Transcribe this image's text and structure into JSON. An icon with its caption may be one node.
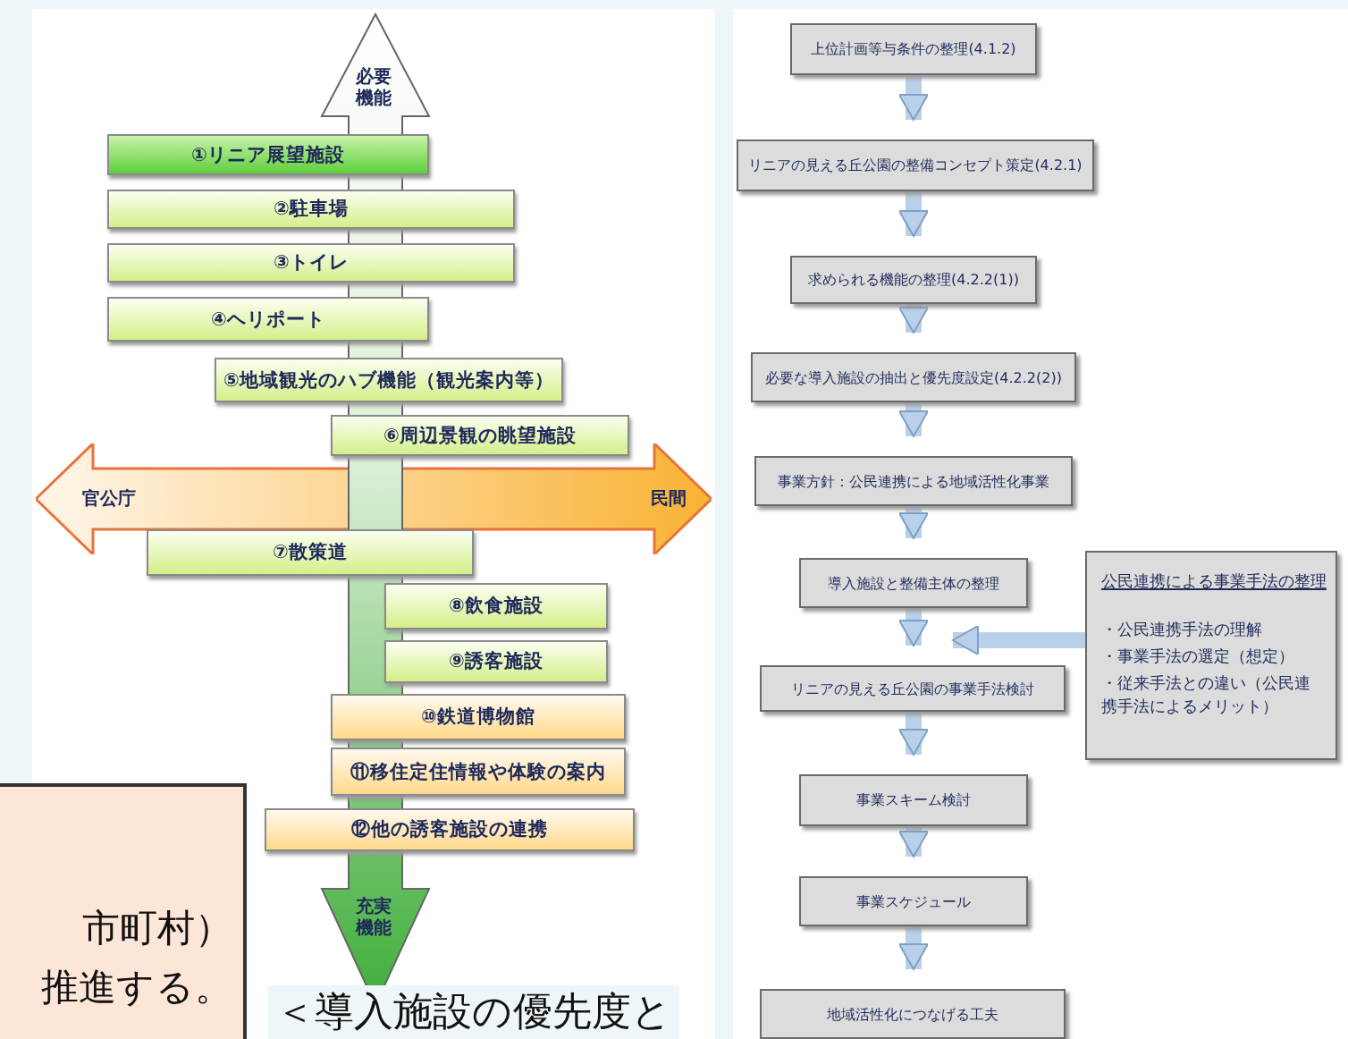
{
  "diagram": {
    "nodes": [
      {
        "text": [
          "必要機能",
          "充実機能"
        ]
      },
      {
        "text": [
          "①リニア展望施設"
        ]
      },
      {
        "text": [
          "②駐車場"
        ]
      },
      {
        "text": [
          "③トイレ"
        ]
      },
      {
        "text": [
          "④ヘリポート"
        ]
      },
      {
        "text": [
          "⑤地域観光のハブ機能（観光案内等）"
        ]
      },
      {
        "text": [
          "⑥周辺景観の眺望施設"
        ]
      },
      {
        "text": [
          "官公庁",
          "民間"
        ]
      },
      {
        "text": [
          "⑦散策道"
        ]
      },
      {
        "text": [
          "⑧飲食施設"
        ]
      },
      {
        "text": [
          "⑨誘客施設"
        ]
      },
      {
        "text": [
          "⑩鉄道博物館"
        ]
      },
      {
        "text": [
          "⑪移住定住情報や体験の案内"
        ]
      },
      {
        "text": [
          "⑫他の誘客施設の連携"
        ]
      },
      {
        "text": [
          "市町村）",
          "推進する。"
        ]
      },
      {
        "text": [
          "上位計画等与条件の整理(4.1.2)"
        ]
      },
      {
        "text": [
          "リニアの見える丘公園の整備コンセプト策定(4.2.1)"
        ]
      },
      {
        "text": [
          "求められる機能の整理(4.2.2(1))"
        ]
      },
      {
        "text": [
          "必要な導入施設の抽出と優先度設定(4.2.2(2))"
        ]
      },
      {
        "text": [
          "事業方針：公民連携による地域活性化事業"
        ]
      },
      {
        "text": [
          "導入施設と整備主体の整理"
        ]
      },
      {
        "text": [
          "リニアの見える丘公園の事業手法検討"
        ]
      },
      {
        "text": [
          "事業スキーム検討"
        ]
      },
      {
        "text": [
          "事業スケジュール"
        ]
      },
      {
        "text": [
          "地域活性化につなげる工夫"
        ]
      },
      {
        "text": [
          "公民連携による事業手法の整理",
          "・公民連携手法の理解",
          "・事業手法の選定（想定）",
          "・従来手法との違い（公民連携手法によるメリット）"
        ]
      }
    ],
    "edges": [
      {
        "from": 15,
        "to": 16,
        "arrow": "to"
      },
      {
        "from": 16,
        "to": 17,
        "arrow": "to"
      },
      {
        "from": 17,
        "to": 18,
        "arrow": "to"
      },
      {
        "from": 18,
        "to": 19,
        "arrow": "to"
      },
      {
        "from": 19,
        "to": 20,
        "arrow": "to"
      },
      {
        "from": 20,
        "to": 21,
        "arrow": "to"
      },
      {
        "from": 21,
        "to": 22,
        "arrow": "to"
      },
      {
        "from": 22,
        "to": 23,
        "arrow": "to"
      },
      {
        "from": 23,
        "to": 24,
        "arrow": "to"
      },
      {
        "from": 25,
        "to": 21,
        "arrow": "to"
      }
    ],
    "labels": [
      "＜導入施設の優先度と"
    ]
  }
}
